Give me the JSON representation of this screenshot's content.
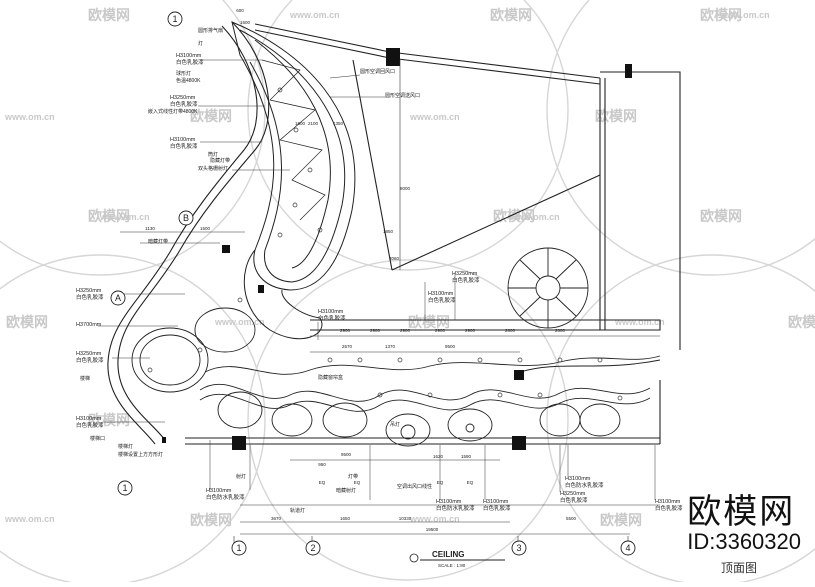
{
  "watermarks": {
    "logo": "欧模网",
    "url": "www.om.cn"
  },
  "brand": {
    "name": "欧模网",
    "id": "ID:3360320",
    "subtitle": "顶面图"
  },
  "title_block": {
    "title": "CEILING",
    "scale": "SCALE : 1:80"
  },
  "grid_bubbles": [
    "1",
    "B",
    "A",
    "1",
    "1",
    "2",
    "3",
    "4"
  ],
  "elevation_tags": [
    "H3100mm",
    "白色乳胶漆",
    "H3250mm",
    "白色乳胶漆",
    "H3100mm",
    "白色乳胶漆",
    "H3250mm",
    "白色乳胶漆",
    "H3700mm",
    "H3250mm",
    "白色乳胶漆",
    "H3100mm",
    "白色乳胶漆",
    "H3100mm",
    "白色乳胶漆",
    "H3100mm",
    "白色乳胶漆",
    "H3250mm",
    "白色乳胶漆",
    "H3100mm",
    "白色防水乳胶漆",
    "H3250mm",
    "白色乳胶漆",
    "H3100mm",
    "白色防水乳胶漆",
    "H3100mm",
    "白色防水乳胶漆",
    "H3100mm",
    "白色乳胶漆",
    "H3100mm",
    "白色乳胶漆"
  ],
  "notes": [
    "圆形排气扇",
    "灯",
    "球形灯",
    "色温4800K",
    "嵌入式线性灯带4800K",
    "筒灯",
    "双头格栅射灯",
    "圆形空调回风口",
    "圆形空调送风口",
    "隐藏灯带",
    "暗藏灯带",
    "隐藏窗帘盒",
    "楼梯",
    "楼梯口",
    "楼梯灯",
    "楼梯设置上方方形灯",
    "射灯",
    "灯带",
    "吊灯",
    "空调出风口线性",
    "轨道灯",
    "暗藏射灯"
  ],
  "dimensions": [
    "600",
    "1600",
    "1800",
    "2100",
    "1350",
    "2670",
    "1370",
    "2900",
    "2900",
    "2900",
    "2900",
    "2900",
    "2800",
    "2800",
    "9500",
    "950",
    "9500",
    "1620",
    "1590",
    "3670",
    "1650",
    "10330",
    "5500",
    "19500",
    "1130",
    "1500",
    "1850",
    "3060",
    "8000",
    "EQ",
    "EQ",
    "EQ",
    "EQ"
  ]
}
